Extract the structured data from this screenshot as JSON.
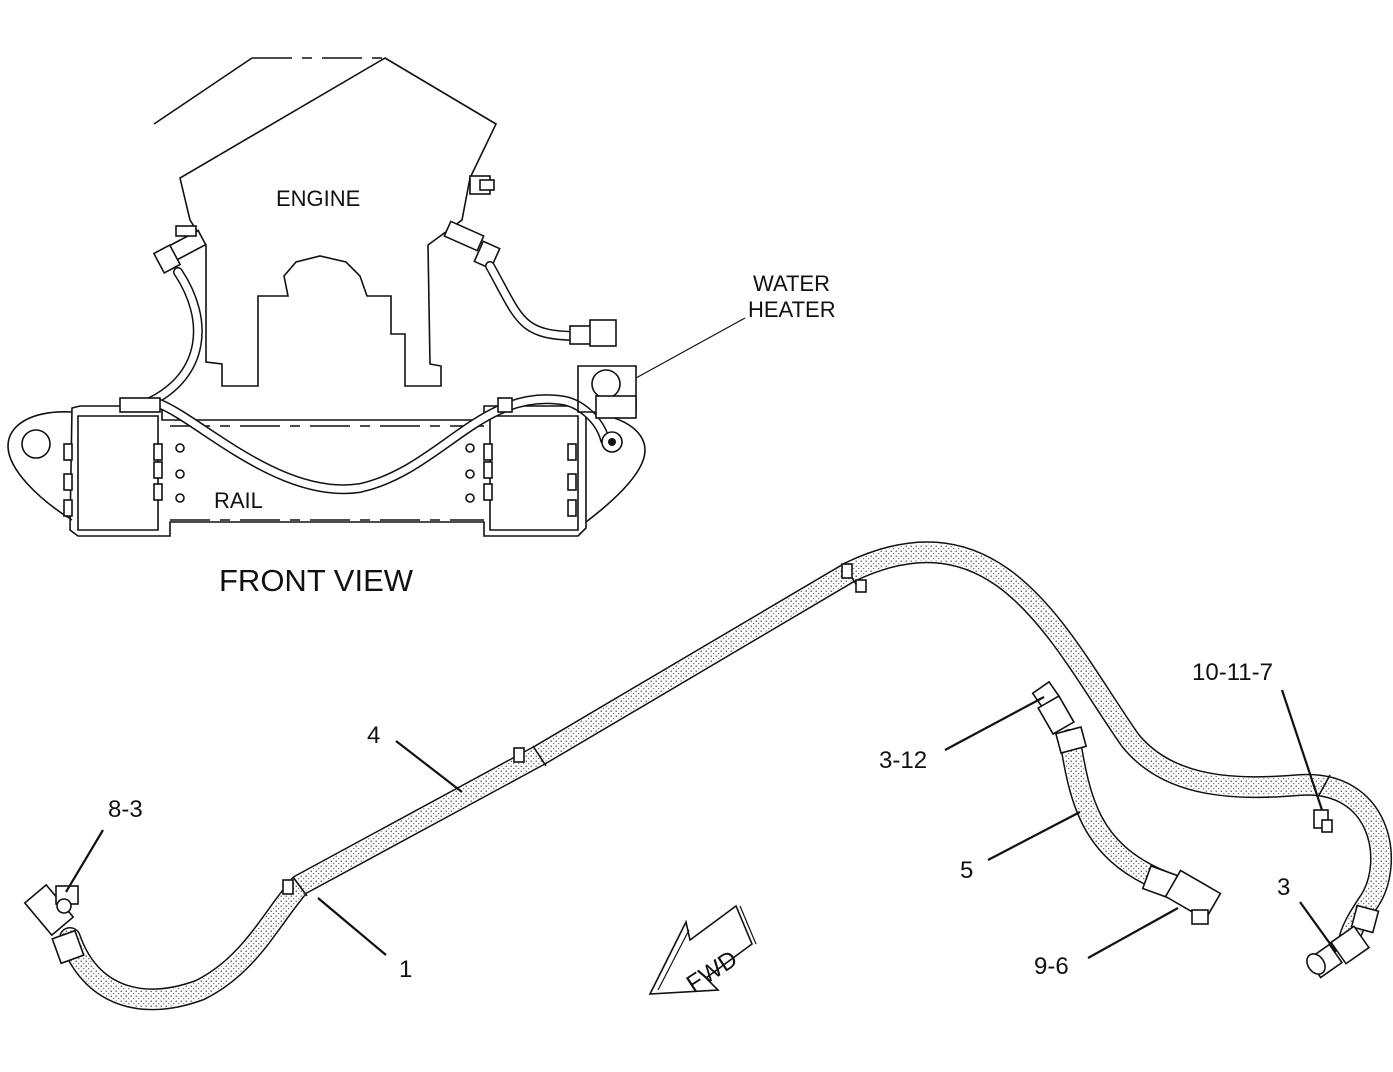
{
  "labels": {
    "engine": "ENGINE",
    "rail": "RAIL",
    "water_heater_line1": "WATER",
    "water_heater_line2": "HEATER",
    "front_view": "FRONT VIEW",
    "fwd": "FWD"
  },
  "callouts": {
    "c_8_3": "8-3",
    "c_4": "4",
    "c_1": "1",
    "c_3_12": "3-12",
    "c_5": "5",
    "c_9_6": "9-6",
    "c_10_11_7": "10-11-7",
    "c_3": "3"
  }
}
